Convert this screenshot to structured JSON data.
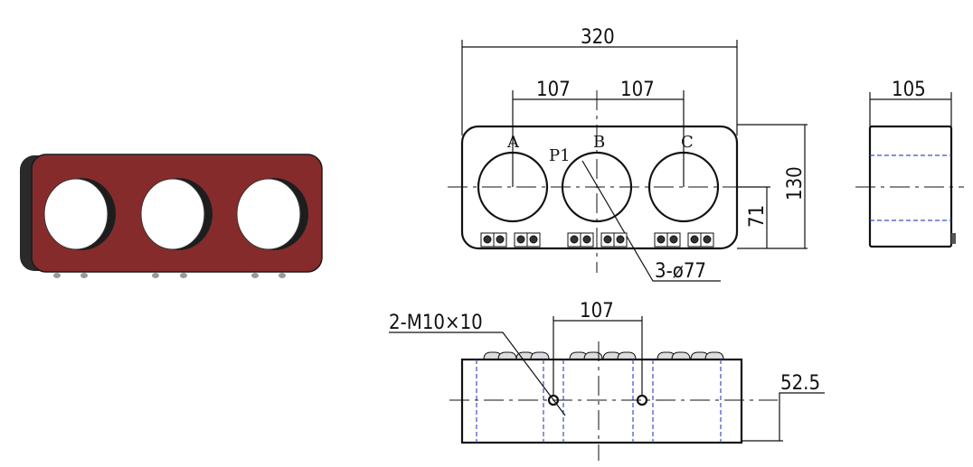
{
  "front_view": {
    "overall_width": "320",
    "spacing_left": "107",
    "spacing_right": "107",
    "height": "130",
    "center_height": "71",
    "phase_labels": [
      "A",
      "B",
      "C"
    ],
    "primary_label": "P1",
    "hole_callout": "3-ø77"
  },
  "side_view": {
    "depth": "105"
  },
  "bottom_view": {
    "hole_spacing": "107",
    "hole_height": "52.5",
    "thread_callout": "2-M10×10"
  },
  "colors": {
    "body": "#862b2b",
    "edge": "#2a2a2a",
    "hidden_line": "#3a4fc0"
  }
}
